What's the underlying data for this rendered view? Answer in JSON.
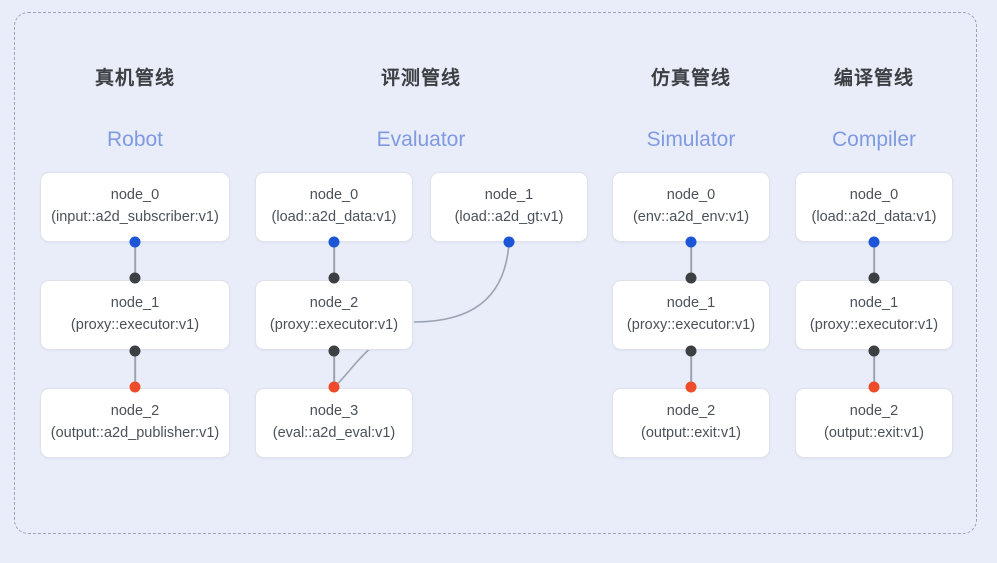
{
  "diagram": {
    "background_color": "#e8edf9",
    "frame_border_color": "#9aa3b4",
    "accent_color": "#7f9ae0",
    "dot_colors": {
      "input": "#1a56d6",
      "internal": "#3c4043",
      "output": "#ee4b2b"
    }
  },
  "columns": [
    {
      "title": "真机管线",
      "subtitle": "Robot",
      "nodes": [
        {
          "name": "node_0",
          "type": "(input::a2d_subscriber:v1)"
        },
        {
          "name": "node_1",
          "type": "(proxy::executor:v1)"
        },
        {
          "name": "node_2",
          "type": "(output::a2d_publisher:v1)"
        }
      ]
    },
    {
      "title": "评测管线",
      "subtitle": "Evaluator",
      "nodes": [
        {
          "name": "node_0",
          "type": "(load::a2d_data:v1)"
        },
        {
          "name": "node_1",
          "type": "(load::a2d_gt:v1)"
        },
        {
          "name": "node_2",
          "type": "(proxy::executor:v1)"
        },
        {
          "name": "node_3",
          "type": "(eval::a2d_eval:v1)"
        }
      ]
    },
    {
      "title": "仿真管线",
      "subtitle": "Simulator",
      "nodes": [
        {
          "name": "node_0",
          "type": "(env::a2d_env:v1)"
        },
        {
          "name": "node_1",
          "type": "(proxy::executor:v1)"
        },
        {
          "name": "node_2",
          "type": "(output::exit:v1)"
        }
      ]
    },
    {
      "title": "编译管线",
      "subtitle": "Compiler",
      "nodes": [
        {
          "name": "node_0",
          "type": "(load::a2d_data:v1)"
        },
        {
          "name": "node_1",
          "type": "(proxy::executor:v1)"
        },
        {
          "name": "node_2",
          "type": "(output::exit:v1)"
        }
      ]
    }
  ]
}
